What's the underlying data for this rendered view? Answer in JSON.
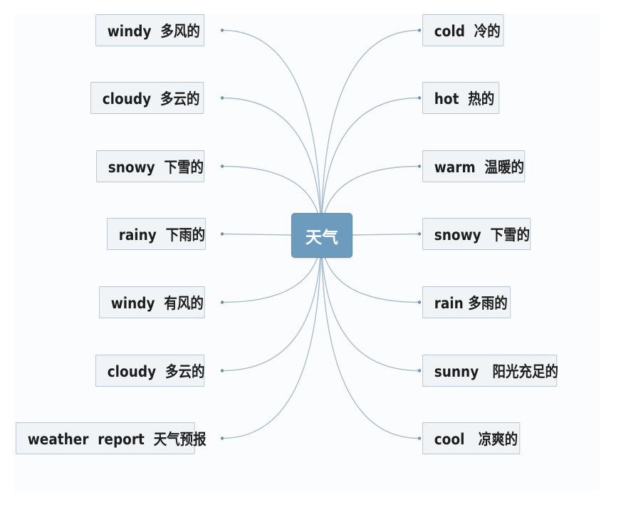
{
  "center": {
    "label": "天气"
  },
  "colors": {
    "line": "#a9bdd0",
    "node_fill": "#f1f4f7",
    "node_border": "#b5c4d3",
    "center_fill": "#6c9bbd"
  },
  "left_nodes": [
    {
      "label": "windy  多风的"
    },
    {
      "label": "cloudy  多云的"
    },
    {
      "label": "snowy  下雪的"
    },
    {
      "label": "rainy  下雨的"
    },
    {
      "label": "windy  有风的"
    },
    {
      "label": "cloudy  多云的"
    },
    {
      "label": "weather  report  天气预报"
    }
  ],
  "right_nodes": [
    {
      "label": "cold  冷的"
    },
    {
      "label": "hot  热的"
    },
    {
      "label": "warm  温暖的"
    },
    {
      "label": "snowy  下雪的"
    },
    {
      "label": "rain 多雨的"
    },
    {
      "label": "sunny   阳光充足的"
    },
    {
      "label": "cool   凉爽的"
    }
  ]
}
